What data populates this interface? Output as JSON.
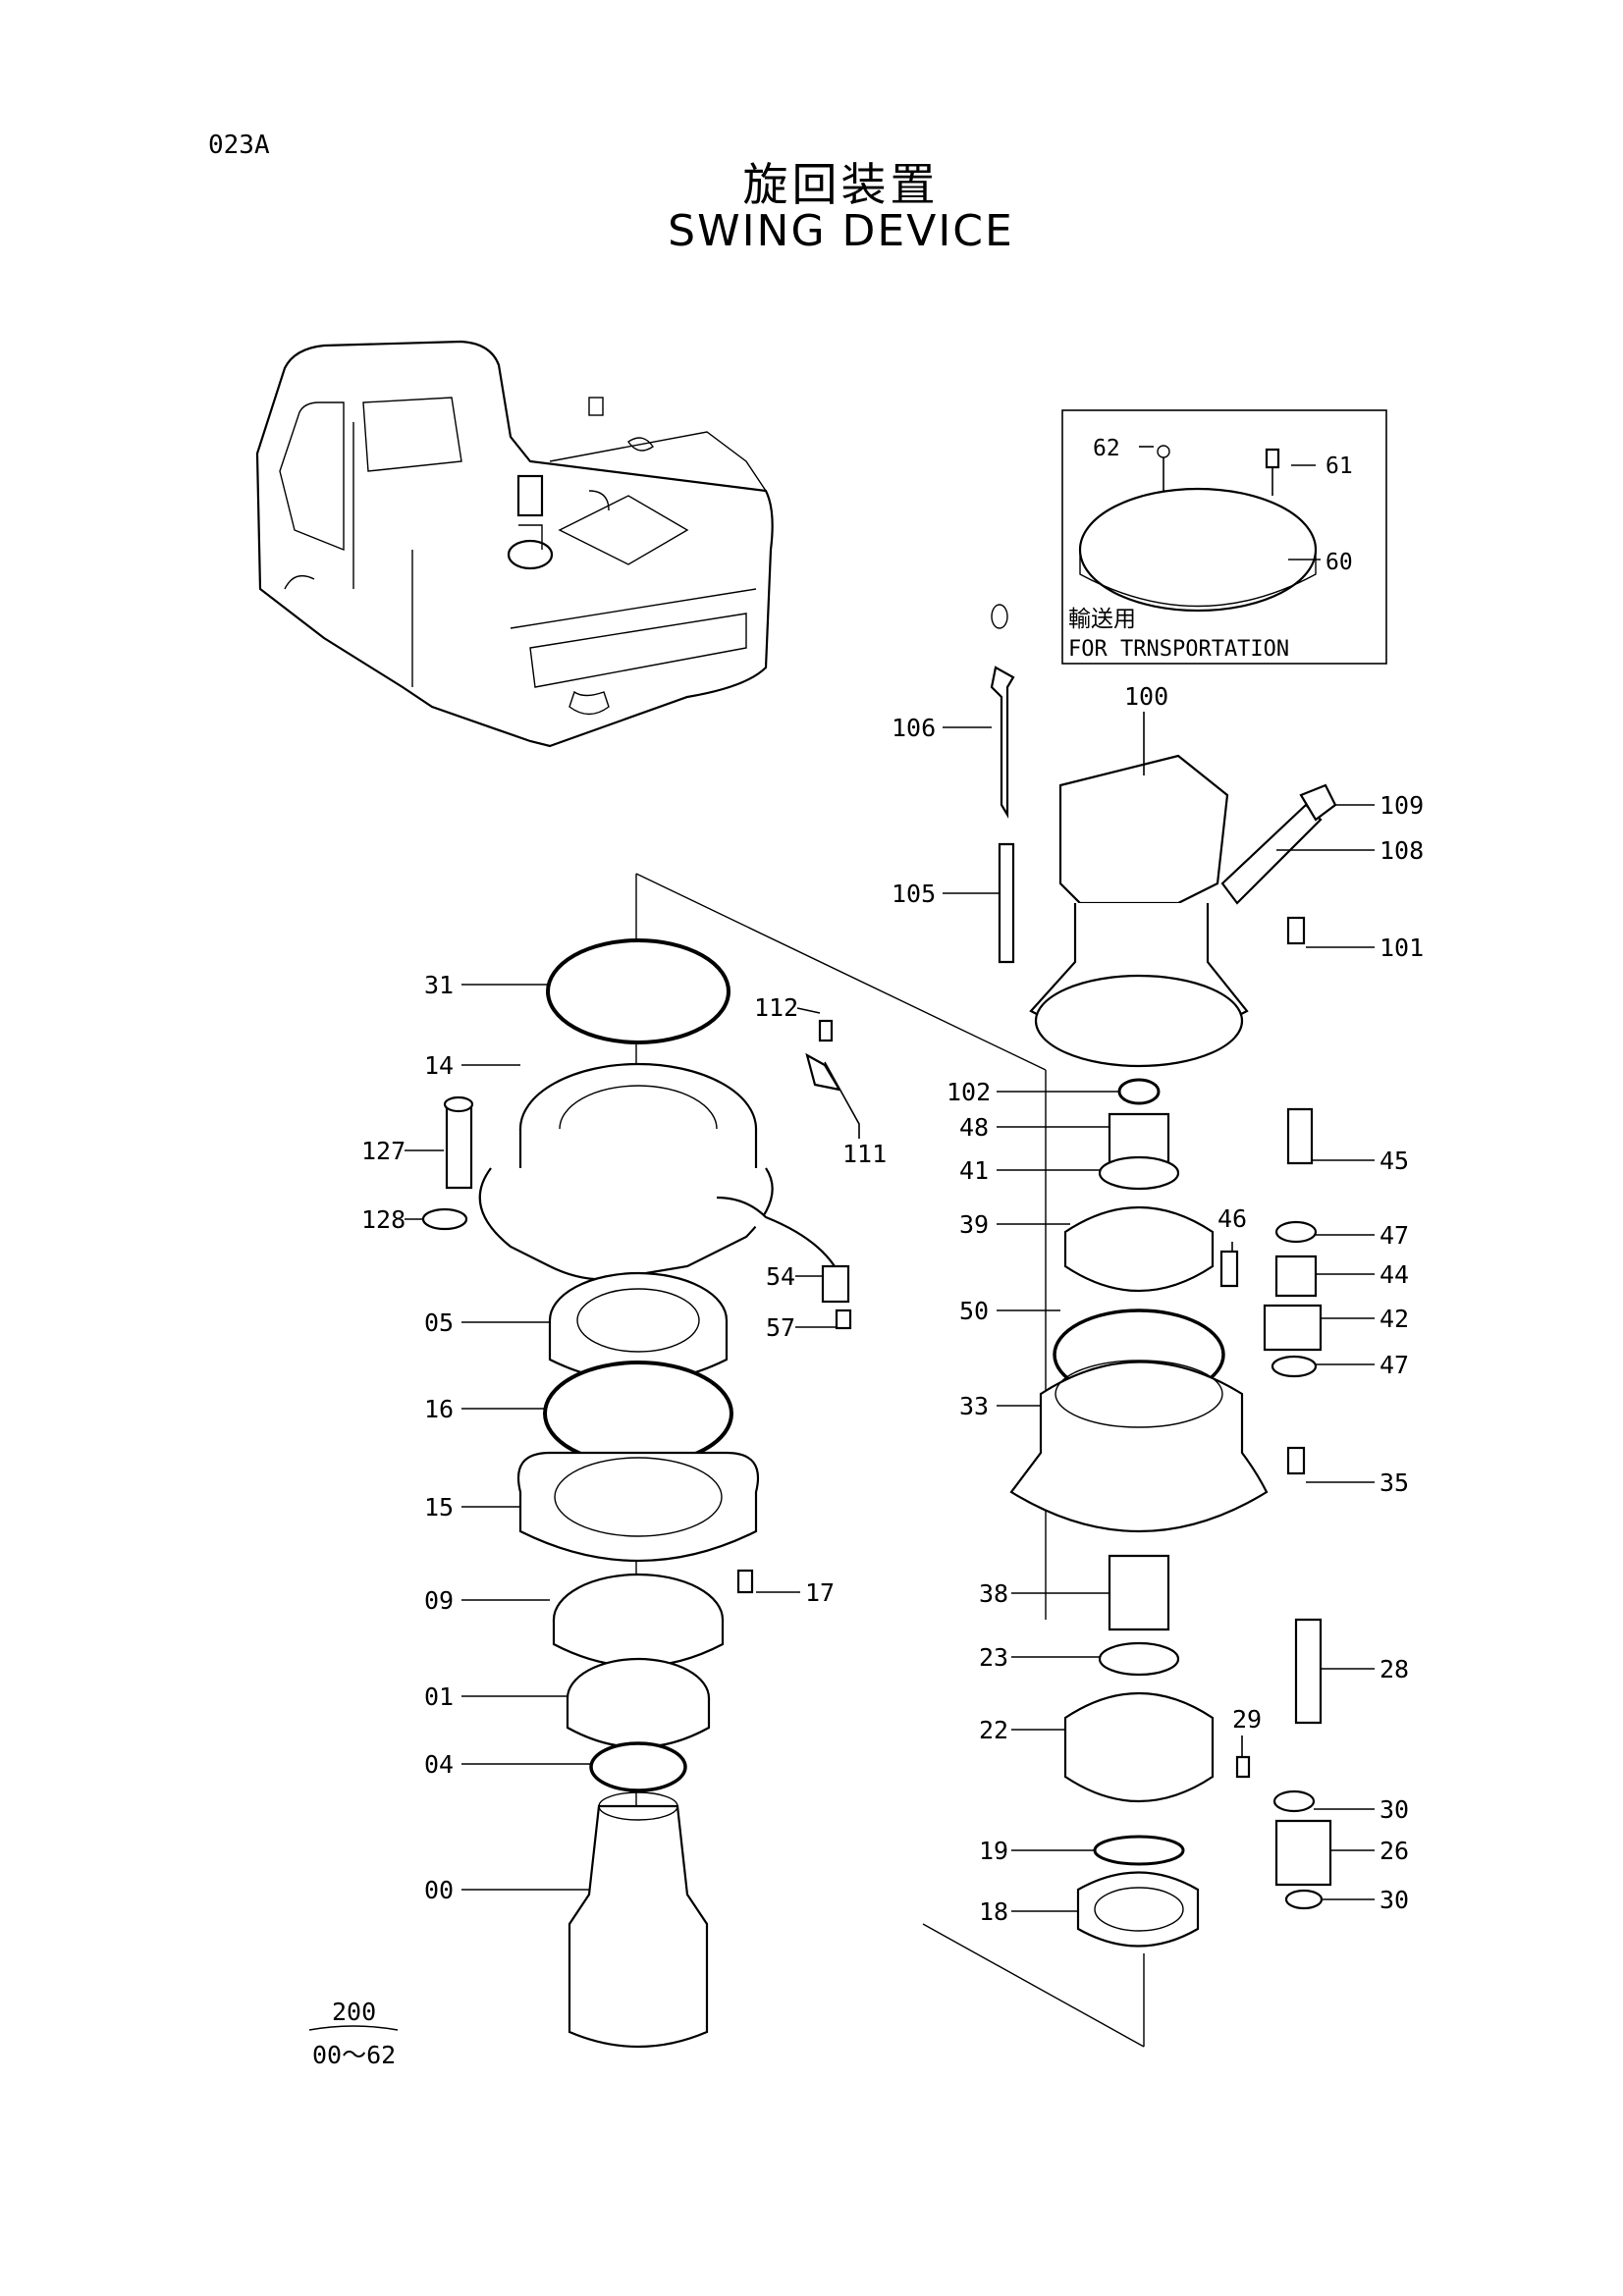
{
  "header": {
    "page_code": "023A",
    "title_jp": "旋回装置",
    "title_en": "SWING DEVICE"
  },
  "inset": {
    "note_jp": "輸送用",
    "note_en": "FOR TRNSPORTATION",
    "labels": [
      "62",
      "61",
      "60"
    ]
  },
  "callouts": {
    "c31": "31",
    "c14": "14",
    "c127": "127",
    "c128": "128",
    "c05": "05",
    "c16": "16",
    "c15": "15",
    "c09": "09",
    "c17": "17",
    "c01": "01",
    "c04": "04",
    "c00": "00",
    "c112": "112",
    "c111": "111",
    "c54": "54",
    "c57": "57",
    "c106": "106",
    "c105": "105",
    "c100": "100",
    "c109": "109",
    "c108": "108",
    "c101": "101",
    "c102": "102",
    "c48": "48",
    "c41": "41",
    "c39": "39",
    "c50": "50",
    "c33": "33",
    "c45": "45",
    "c46": "46",
    "c47a": "47",
    "c44": "44",
    "c42": "42",
    "c47b": "47",
    "c35": "35",
    "c38": "38",
    "c23": "23",
    "c22": "22",
    "c19": "19",
    "c18": "18",
    "c28": "28",
    "c29": "29",
    "c30a": "30",
    "c26": "26",
    "c30b": "30"
  },
  "assembly": {
    "number": "200",
    "range": "00～62"
  }
}
